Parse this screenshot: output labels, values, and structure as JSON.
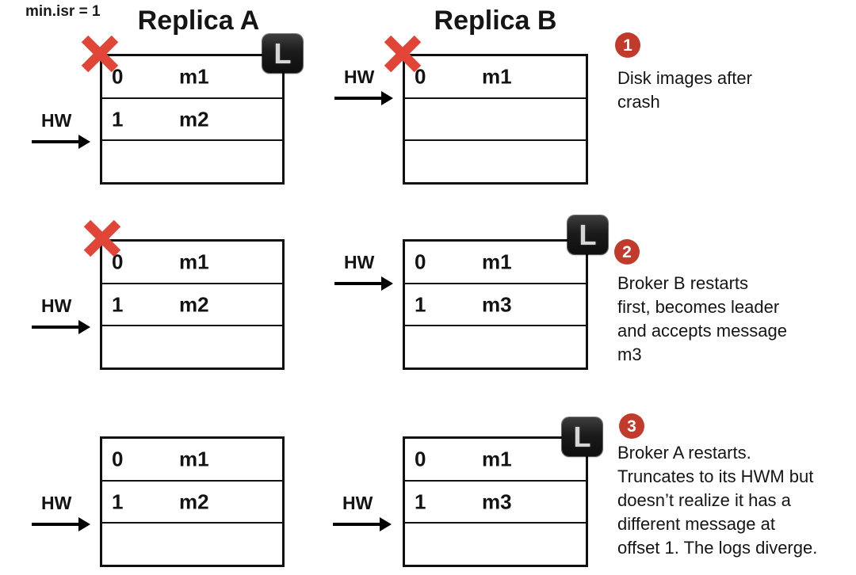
{
  "colors": {
    "background": "#ffffff",
    "table_border": "#111111",
    "crash_x": "#e04537",
    "step_badge": "#c23a2b",
    "leader_badge_bg": "#1b1b1b",
    "leader_badge_fg": "#d6d6d6",
    "arrow": "#000000",
    "text": "#151515"
  },
  "config_label": "min.isr = 1",
  "labels": {
    "hw": "HW",
    "leader": "L"
  },
  "columns": {
    "a_title": "Replica A",
    "b_title": "Replica B"
  },
  "stages": [
    {
      "number": "1",
      "caption": "Disk images after\ncrash",
      "a": {
        "crashed": true,
        "leader": true,
        "hw_after_offset": 1,
        "rows": [
          {
            "offset": "0",
            "msg": "m1"
          },
          {
            "offset": "1",
            "msg": "m2"
          },
          {
            "offset": "",
            "msg": ""
          }
        ]
      },
      "b": {
        "crashed": true,
        "leader": false,
        "hw_after_offset": 0,
        "rows": [
          {
            "offset": "0",
            "msg": "m1"
          },
          {
            "offset": "",
            "msg": ""
          },
          {
            "offset": "",
            "msg": ""
          }
        ]
      }
    },
    {
      "number": "2",
      "caption": "Broker B restarts\nfirst, becomes leader\nand accepts message\nm3",
      "a": {
        "crashed": true,
        "leader": false,
        "hw_after_offset": 1,
        "rows": [
          {
            "offset": "0",
            "msg": "m1"
          },
          {
            "offset": "1",
            "msg": "m2"
          },
          {
            "offset": "",
            "msg": ""
          }
        ]
      },
      "b": {
        "crashed": false,
        "leader": true,
        "hw_after_offset": 0,
        "rows": [
          {
            "offset": "0",
            "msg": "m1"
          },
          {
            "offset": "1",
            "msg": "m3"
          },
          {
            "offset": "",
            "msg": ""
          }
        ]
      }
    },
    {
      "number": "3",
      "caption": "Broker A restarts.\nTruncates to its HWM but\ndoesn’t realize it has a\ndifferent message at\noffset 1. The logs diverge.",
      "a": {
        "crashed": false,
        "leader": false,
        "hw_after_offset": 1,
        "rows": [
          {
            "offset": "0",
            "msg": "m1"
          },
          {
            "offset": "1",
            "msg": "m2"
          },
          {
            "offset": "",
            "msg": ""
          }
        ]
      },
      "b": {
        "crashed": false,
        "leader": true,
        "hw_after_offset": 1,
        "rows": [
          {
            "offset": "0",
            "msg": "m1"
          },
          {
            "offset": "1",
            "msg": "m3"
          },
          {
            "offset": "",
            "msg": ""
          }
        ]
      }
    }
  ]
}
